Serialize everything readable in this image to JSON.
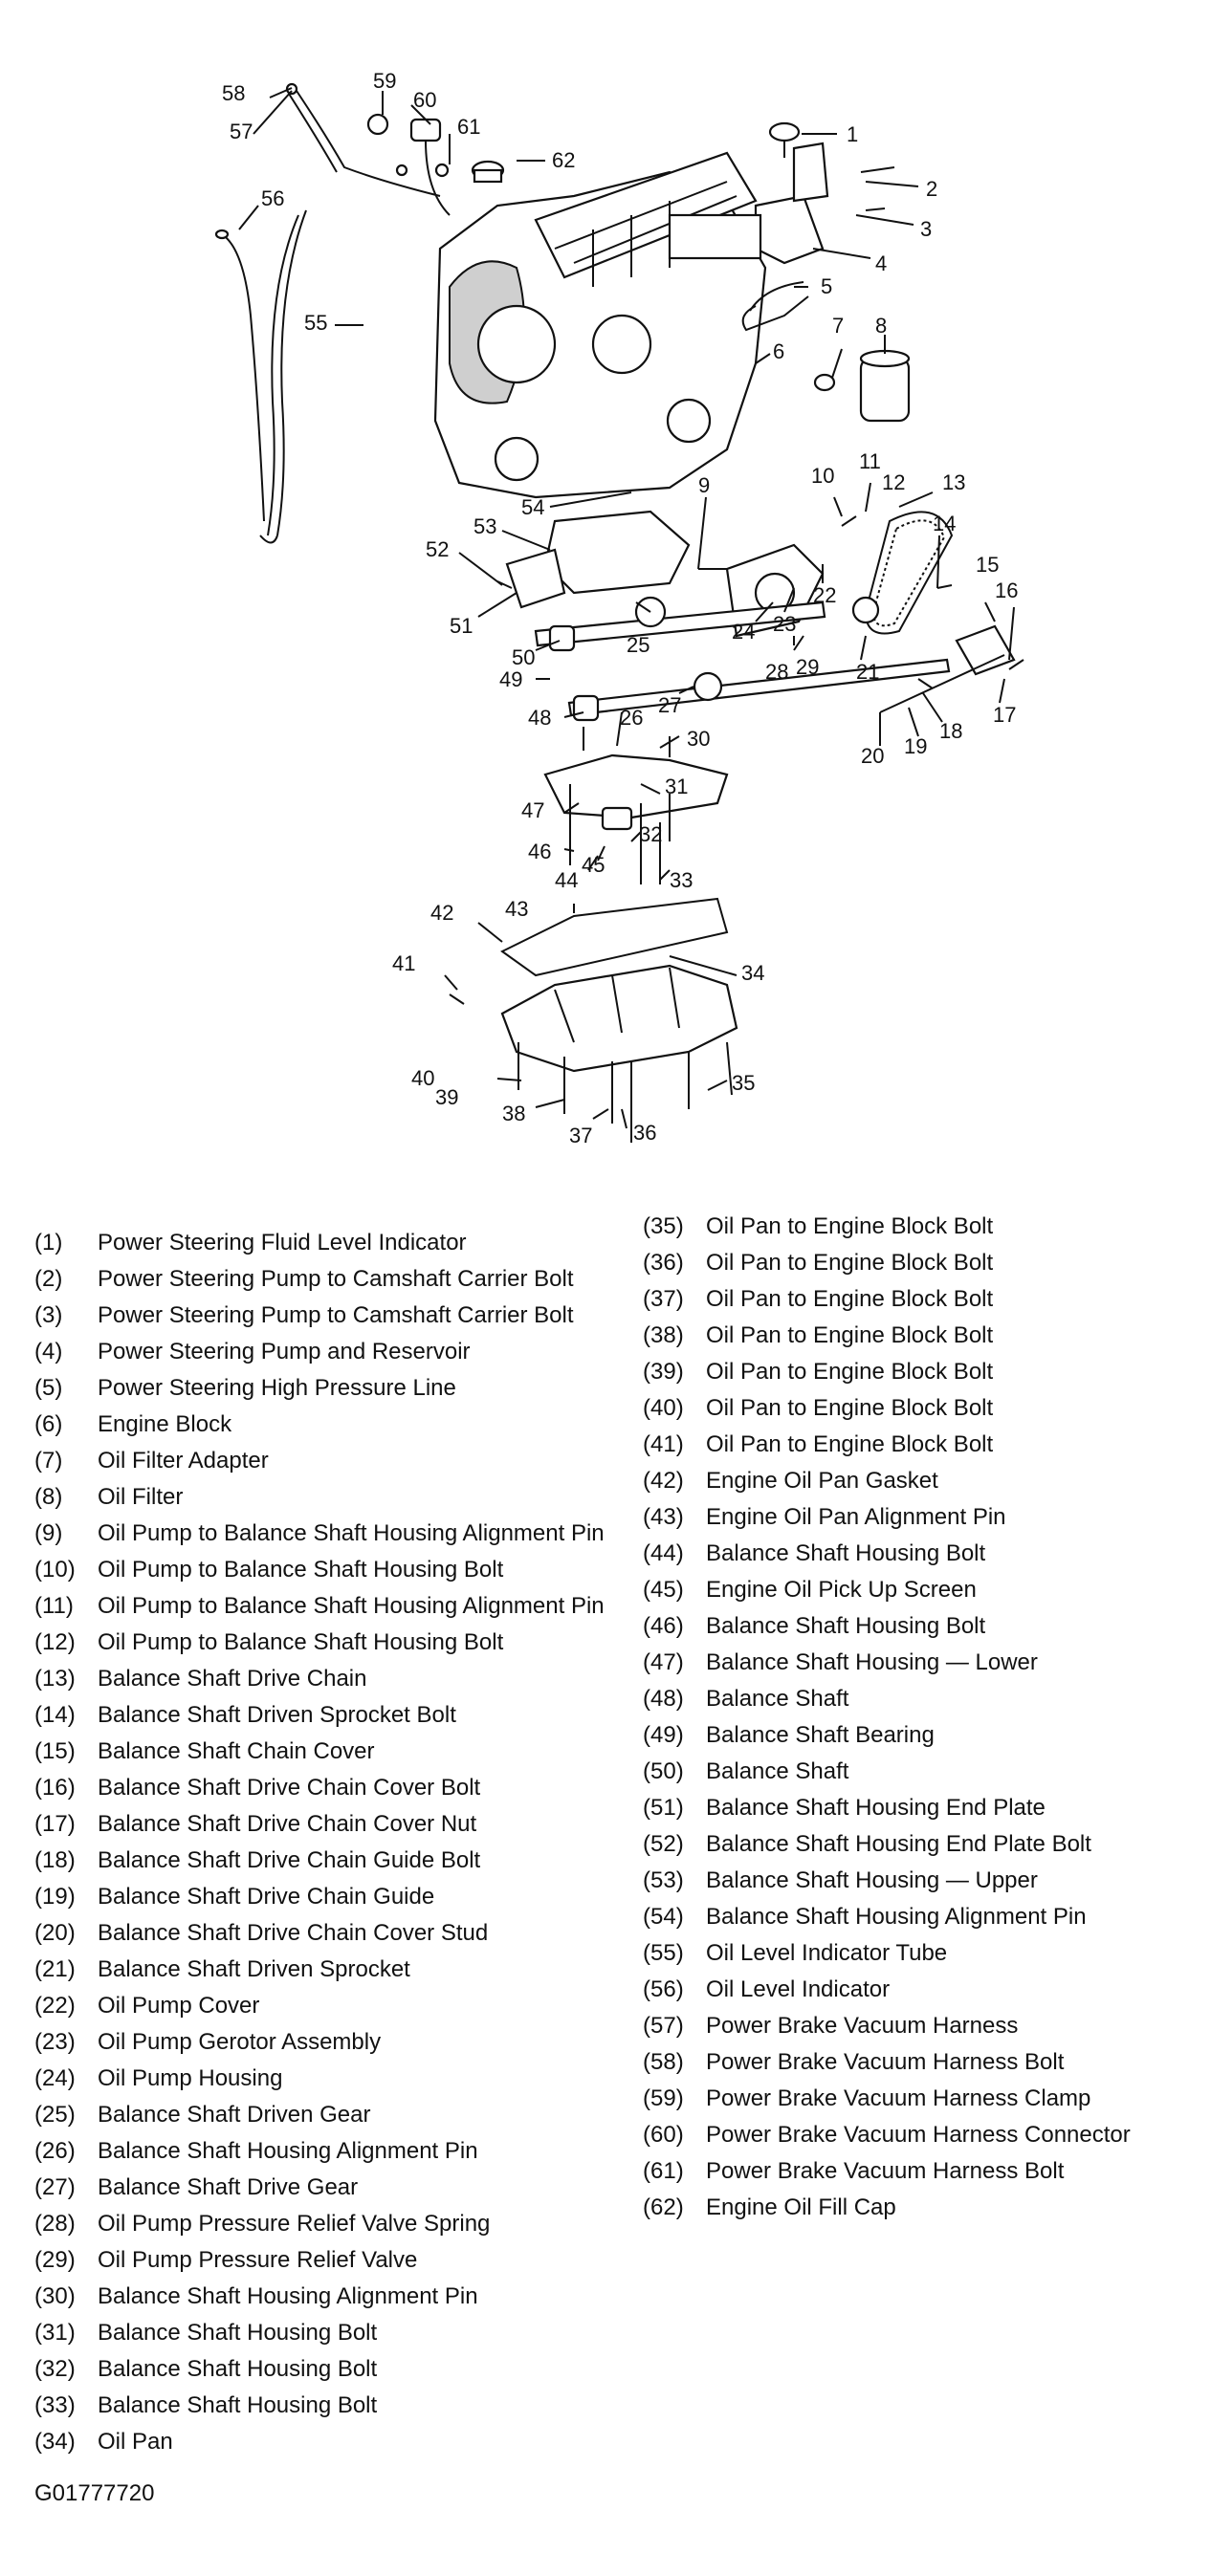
{
  "figure_id": "G01777720",
  "legend_left": [
    {
      "num": "(1)",
      "text": "Power Steering Fluid Level Indicator"
    },
    {
      "num": "(2)",
      "text": "Power Steering Pump to Camshaft Carrier Bolt"
    },
    {
      "num": "(3)",
      "text": "Power Steering Pump to Camshaft Carrier Bolt"
    },
    {
      "num": "(4)",
      "text": "Power Steering Pump and Reservoir"
    },
    {
      "num": "(5)",
      "text": "Power Steering High Pressure Line"
    },
    {
      "num": "(6)",
      "text": "Engine Block"
    },
    {
      "num": "(7)",
      "text": "Oil Filter Adapter"
    },
    {
      "num": "(8)",
      "text": "Oil Filter"
    },
    {
      "num": "(9)",
      "text": "Oil Pump to Balance Shaft Housing Alignment Pin"
    },
    {
      "num": "(10)",
      "text": "Oil Pump to Balance Shaft Housing Bolt"
    },
    {
      "num": "(11)",
      "text": "Oil Pump to Balance Shaft Housing Alignment Pin"
    },
    {
      "num": "(12)",
      "text": "Oil Pump to Balance Shaft Housing Bolt"
    },
    {
      "num": "(13)",
      "text": "Balance Shaft Drive Chain"
    },
    {
      "num": "(14)",
      "text": "Balance Shaft Driven Sprocket Bolt"
    },
    {
      "num": "(15)",
      "text": "Balance Shaft Chain Cover"
    },
    {
      "num": "(16)",
      "text": "Balance Shaft Drive Chain Cover Bolt"
    },
    {
      "num": "(17)",
      "text": "Balance Shaft Drive Chain Cover Nut"
    },
    {
      "num": "(18)",
      "text": "Balance Shaft Drive Chain Guide Bolt"
    },
    {
      "num": "(19)",
      "text": "Balance Shaft Drive Chain Guide"
    },
    {
      "num": "(20)",
      "text": "Balance Shaft Drive Chain Cover Stud"
    },
    {
      "num": "(21)",
      "text": "Balance Shaft Driven Sprocket"
    },
    {
      "num": "(22)",
      "text": "Oil Pump Cover"
    },
    {
      "num": "(23)",
      "text": "Oil Pump Gerotor Assembly"
    },
    {
      "num": "(24)",
      "text": "Oil Pump Housing"
    },
    {
      "num": "(25)",
      "text": "Balance Shaft Driven Gear"
    },
    {
      "num": "(26)",
      "text": "Balance Shaft Housing Alignment Pin"
    },
    {
      "num": "(27)",
      "text": "Balance Shaft Drive Gear"
    },
    {
      "num": "(28)",
      "text": "Oil Pump Pressure Relief Valve Spring"
    },
    {
      "num": "(29)",
      "text": "Oil Pump Pressure Relief Valve"
    },
    {
      "num": "(30)",
      "text": "Balance Shaft Housing Alignment Pin"
    },
    {
      "num": "(31)",
      "text": "Balance Shaft Housing Bolt"
    },
    {
      "num": "(32)",
      "text": "Balance Shaft Housing Bolt"
    },
    {
      "num": "(33)",
      "text": "Balance Shaft Housing Bolt"
    },
    {
      "num": "(34)",
      "text": "Oil Pan"
    }
  ],
  "legend_right": [
    {
      "num": "(35)",
      "text": "Oil Pan to Engine Block Bolt"
    },
    {
      "num": "(36)",
      "text": "Oil Pan to Engine Block Bolt"
    },
    {
      "num": "(37)",
      "text": "Oil Pan to Engine Block Bolt"
    },
    {
      "num": "(38)",
      "text": "Oil Pan to Engine Block Bolt"
    },
    {
      "num": "(39)",
      "text": "Oil Pan to Engine Block Bolt"
    },
    {
      "num": "(40)",
      "text": "Oil Pan to Engine Block Bolt"
    },
    {
      "num": "(41)",
      "text": "Oil Pan to Engine Block Bolt"
    },
    {
      "num": "(42)",
      "text": "Engine Oil Pan Gasket"
    },
    {
      "num": "(43)",
      "text": "Engine Oil Pan Alignment Pin"
    },
    {
      "num": "(44)",
      "text": "Balance Shaft Housing Bolt"
    },
    {
      "num": "(45)",
      "text": "Engine Oil Pick Up Screen"
    },
    {
      "num": "(46)",
      "text": "Balance Shaft Housing Bolt"
    },
    {
      "num": "(47)",
      "text": "Balance Shaft Housing — Lower"
    },
    {
      "num": "(48)",
      "text": "Balance Shaft"
    },
    {
      "num": "(49)",
      "text": "Balance Shaft Bearing"
    },
    {
      "num": "(50)",
      "text": "Balance Shaft"
    },
    {
      "num": "(51)",
      "text": "Balance Shaft Housing End Plate"
    },
    {
      "num": "(52)",
      "text": "Balance Shaft Housing End Plate Bolt"
    },
    {
      "num": "(53)",
      "text": "Balance Shaft Housing — Upper"
    },
    {
      "num": "(54)",
      "text": "Balance Shaft Housing Alignment Pin"
    },
    {
      "num": "(55)",
      "text": "Oil Level Indicator Tube"
    },
    {
      "num": "(56)",
      "text": "Oil Level Indicator"
    },
    {
      "num": "(57)",
      "text": "Power Brake Vacuum Harness"
    },
    {
      "num": "(58)",
      "text": "Power Brake Vacuum Harness Bolt"
    },
    {
      "num": "(59)",
      "text": "Power Brake Vacuum Harness Clamp"
    },
    {
      "num": "(60)",
      "text": "Power Brake Vacuum Harness Connector"
    },
    {
      "num": "(61)",
      "text": "Power Brake Vacuum Harness Bolt"
    },
    {
      "num": "(62)",
      "text": "Engine Oil Fill Cap"
    }
  ],
  "callouts": [
    "1",
    "2",
    "3",
    "4",
    "5",
    "6",
    "7",
    "8",
    "9",
    "10",
    "11",
    "12",
    "13",
    "14",
    "15",
    "16",
    "17",
    "18",
    "19",
    "20",
    "21",
    "22",
    "23",
    "24",
    "25",
    "26",
    "27",
    "28",
    "29",
    "30",
    "31",
    "32",
    "33",
    "34",
    "35",
    "36",
    "37",
    "38",
    "39",
    "40",
    "41",
    "42",
    "43",
    "44",
    "45",
    "46",
    "47",
    "48",
    "49",
    "50",
    "51",
    "52",
    "53",
    "54",
    "55",
    "56",
    "57",
    "58",
    "59",
    "60",
    "61",
    "62"
  ]
}
